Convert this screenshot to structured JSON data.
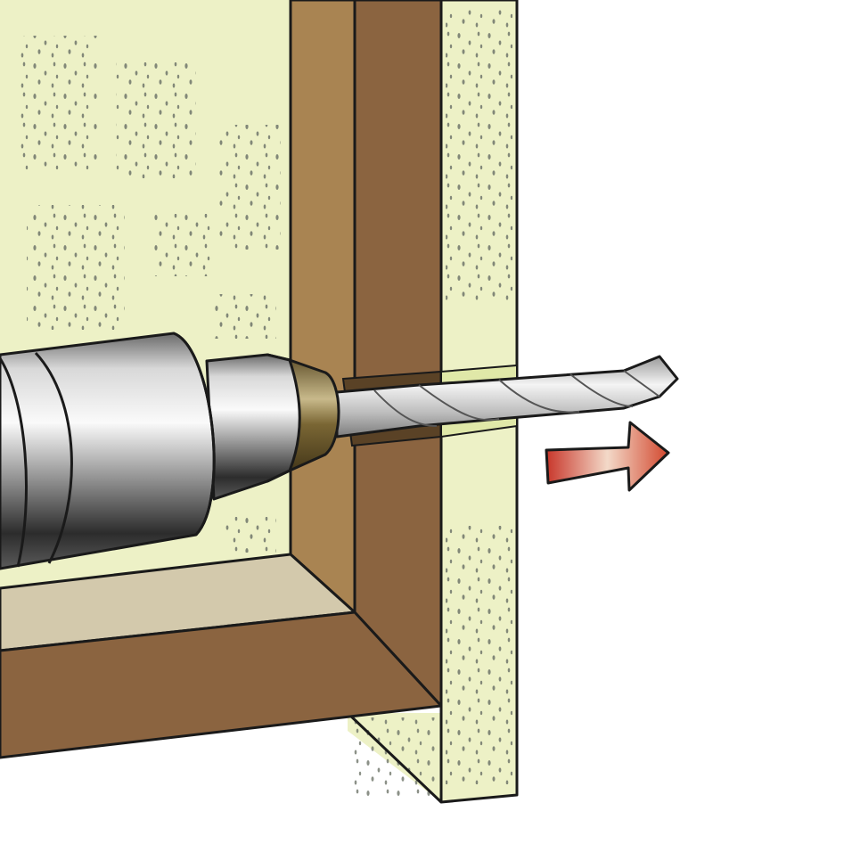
{
  "illustration": {
    "subject": "drill-through-wall-frame",
    "elements": [
      "wall-panel-back",
      "wall-panel-front",
      "wooden-frame",
      "drill-chuck",
      "drill-bit",
      "direction-arrow"
    ],
    "arrow_direction": "right"
  },
  "colors": {
    "background": "#ffffff",
    "wall": "#edf1c6",
    "wall_edge": "#e0e8a8",
    "speckle": "#6f756a",
    "wood_light": "#a98452",
    "wood_dark": "#8b6440",
    "frame_inner": "#d3c9ac",
    "outline": "#1a1a1a",
    "chuck_light": "#f2f2f2",
    "chuck_dark": "#2d2d2d",
    "cone_bronze": "#6e5a2c",
    "bit": "#d9d9d9",
    "arrow_start": "#c8362a",
    "arrow_mid": "#f3d9c8",
    "arrow_end": "#d2472e"
  }
}
